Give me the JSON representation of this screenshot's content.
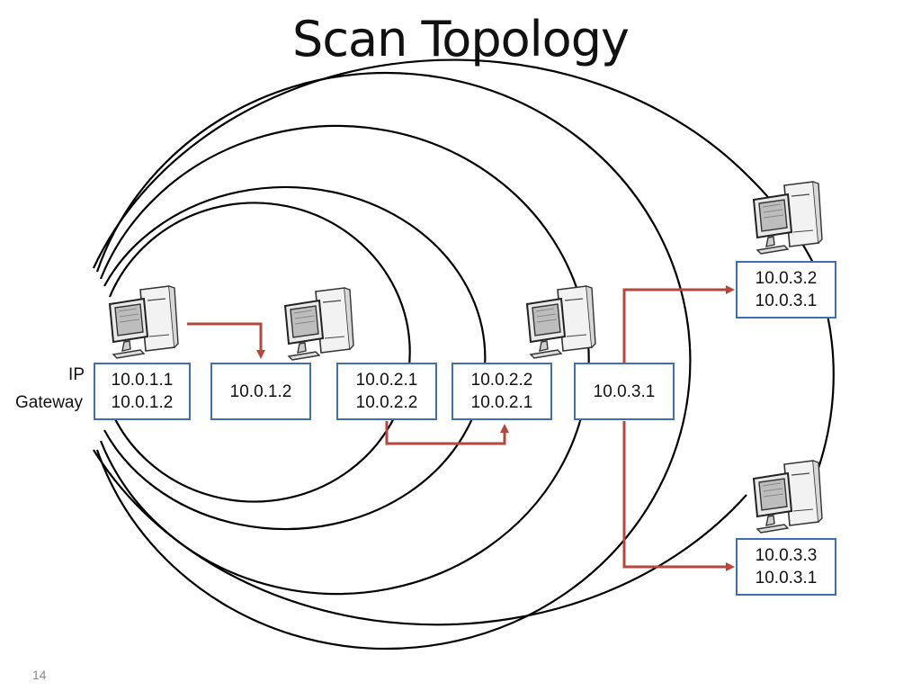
{
  "title": "Scan Topology",
  "labels": {
    "ip": "IP",
    "gateway": "Gateway"
  },
  "nodes": [
    {
      "id": "host-1",
      "ip": "10.0.1.1",
      "gateway": "10.0.1.2"
    },
    {
      "id": "router-1",
      "ip": "10.0.1.2",
      "gateway": null
    },
    {
      "id": "router-1-b",
      "ip": "10.0.2.1",
      "gateway": "10.0.2.2"
    },
    {
      "id": "router-2",
      "ip": "10.0.2.2",
      "gateway": "10.0.2.1"
    },
    {
      "id": "router-2-b",
      "ip": "10.0.3.1",
      "gateway": null
    },
    {
      "id": "host-2",
      "ip": "10.0.3.2",
      "gateway": "10.0.3.1"
    },
    {
      "id": "host-3",
      "ip": "10.0.3.3",
      "gateway": "10.0.3.1"
    }
  ],
  "colors": {
    "arrow": "#b5473f",
    "box_border": "#3f6fb0",
    "ring": "#000000"
  },
  "icons": [
    "computer-icon"
  ],
  "page_number": "14"
}
